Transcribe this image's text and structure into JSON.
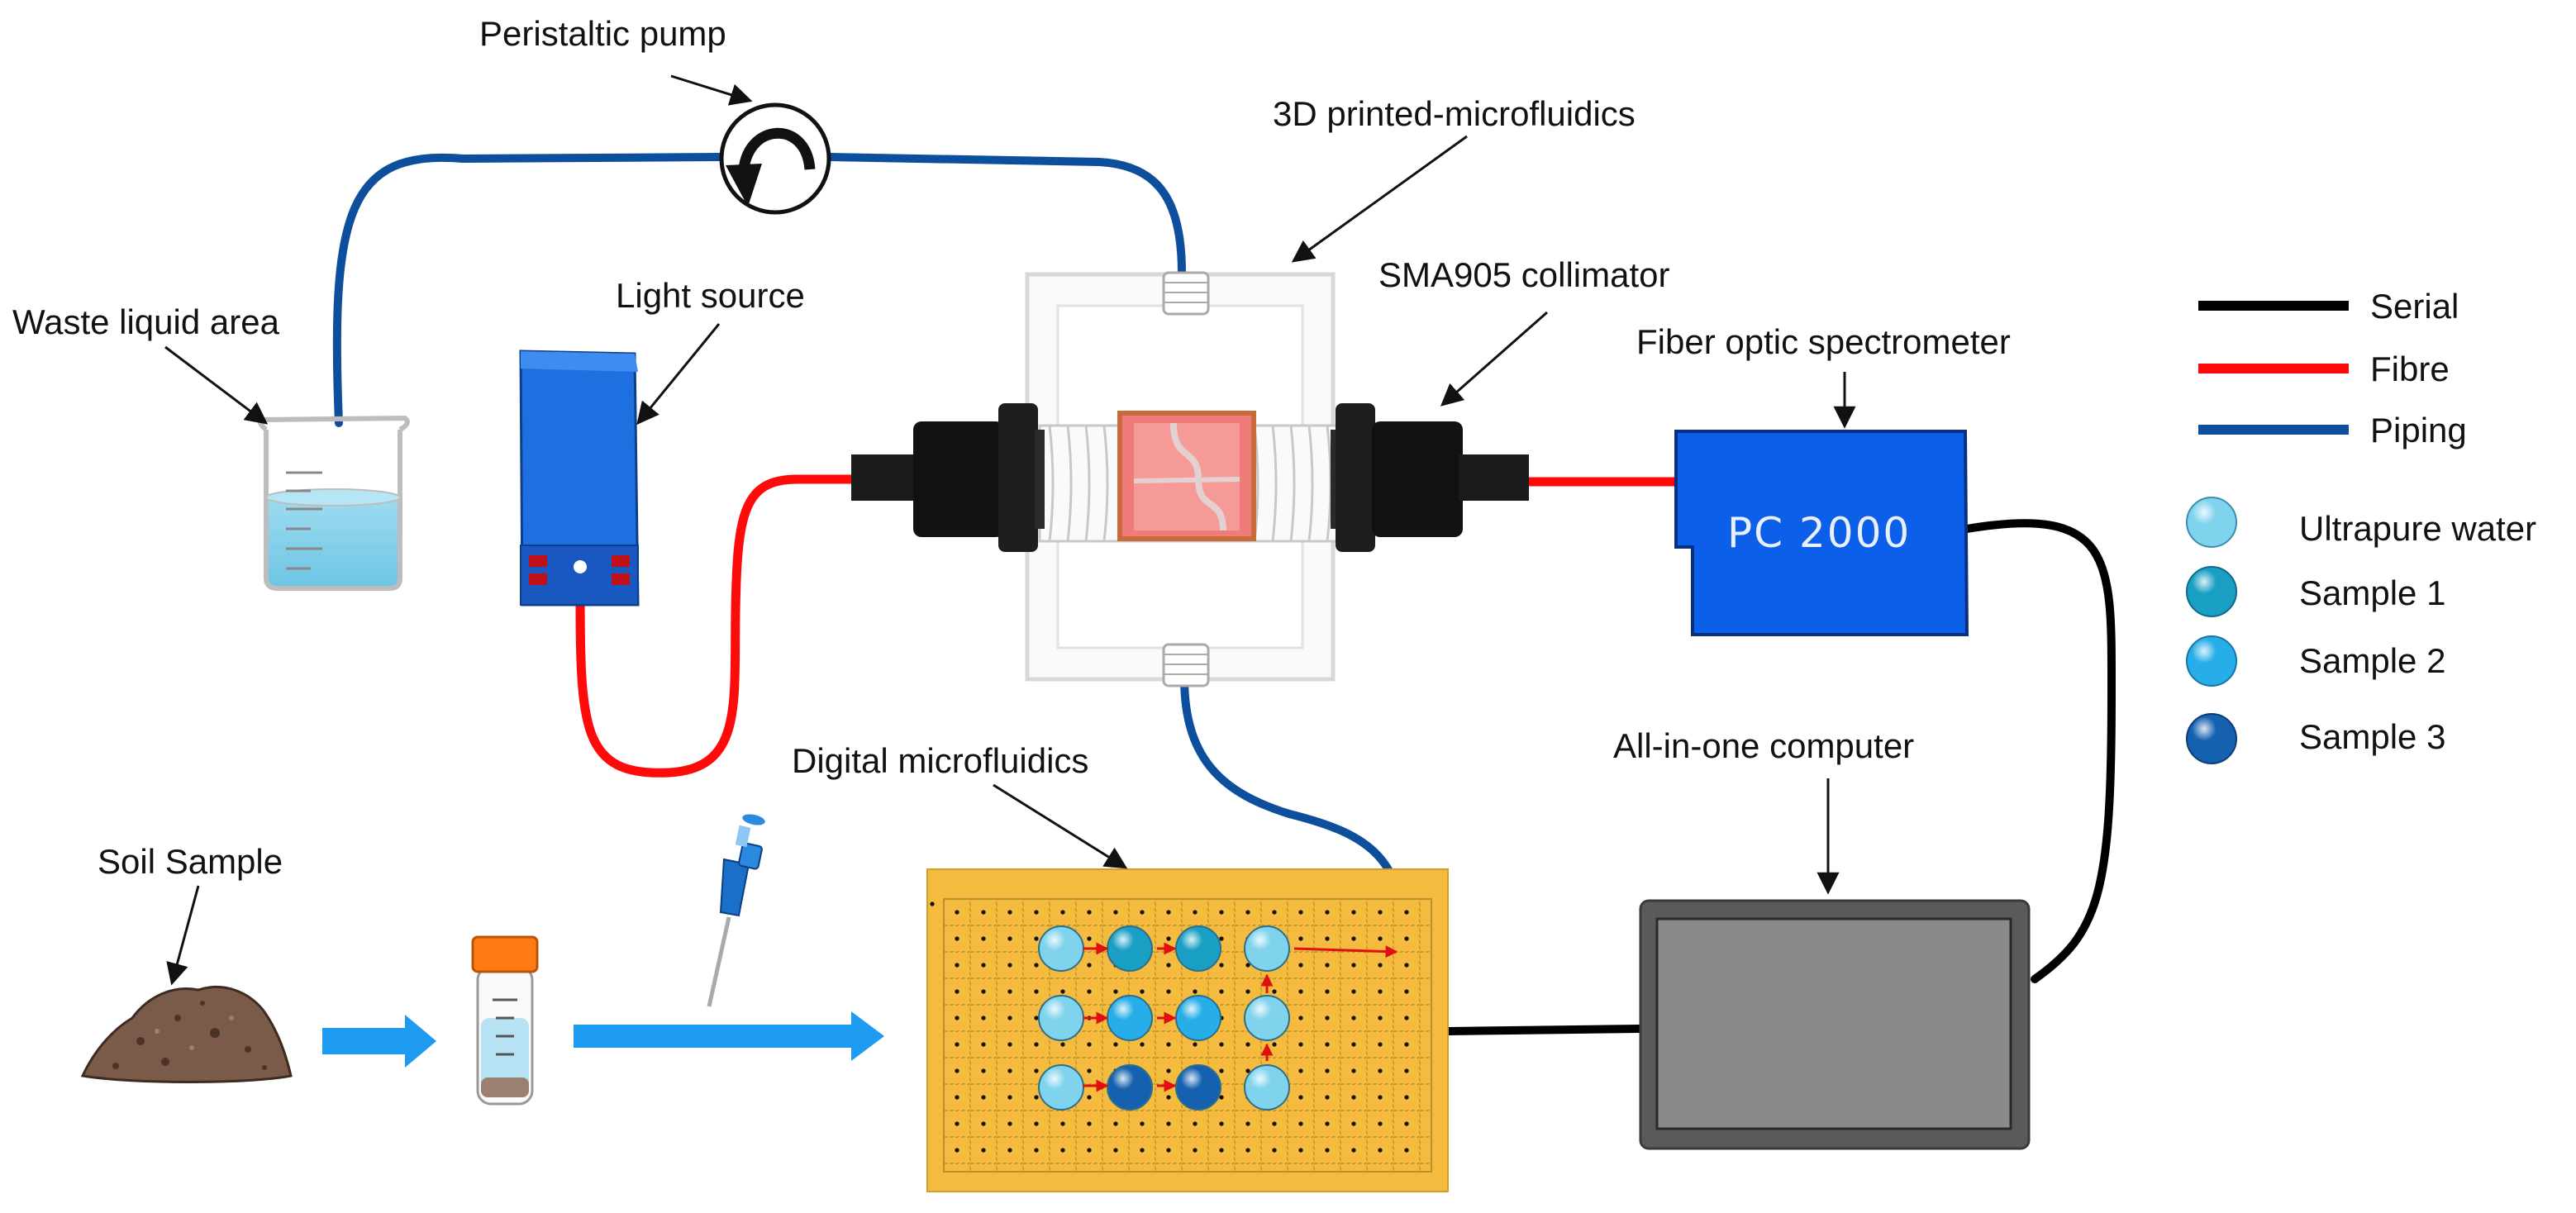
{
  "labels": {
    "peristaltic_pump": "Peristaltic pump",
    "waste_liquid_area": "Waste liquid area",
    "light_source": "Light source",
    "printed_microfluidics": "3D printed-microfluidics",
    "sma_collimator": "SMA905 collimator",
    "fiber_spectrometer": "Fiber optic spectrometer",
    "spectrometer_model": "PC 2000",
    "digital_microfluidics": "Digital microfluidics",
    "all_in_one_computer": "All-in-one computer",
    "soil_sample": "Soil Sample"
  },
  "line_legend": [
    {
      "name": "Serial",
      "color": "#000000"
    },
    {
      "name": "Fibre",
      "color": "#ff0a0a"
    },
    {
      "name": "Piping",
      "color": "#0d4f9c"
    }
  ],
  "droplet_legend": [
    {
      "name": "Ultrapure water",
      "color": "#7fd3ec"
    },
    {
      "name": "Sample 1",
      "color": "#1a9fc4"
    },
    {
      "name": "Sample 2",
      "color": "#27aee8"
    },
    {
      "name": "Sample 3",
      "color": "#1561b0"
    }
  ],
  "droplet_grid": [
    [
      "Ultrapure water",
      "Sample 1",
      "Sample 1",
      "Ultrapure water"
    ],
    [
      "Ultrapure water",
      "Sample 2",
      "Sample 2",
      "Ultrapure water"
    ],
    [
      "Ultrapure water",
      "Sample 3",
      "Sample 3",
      "Ultrapure water"
    ]
  ],
  "colors": {
    "serial": "#000000",
    "fibre": "#ff0a0a",
    "piping": "#0d4f9c",
    "light_source_body": "#1e6fe0",
    "spectrometer_body": "#0b5fe8",
    "dmf_board": "#f4bb3e",
    "flow_arrow": "#1e9bf0",
    "computer_frame": "#5a5a5a",
    "computer_screen": "#8a8a8a"
  }
}
